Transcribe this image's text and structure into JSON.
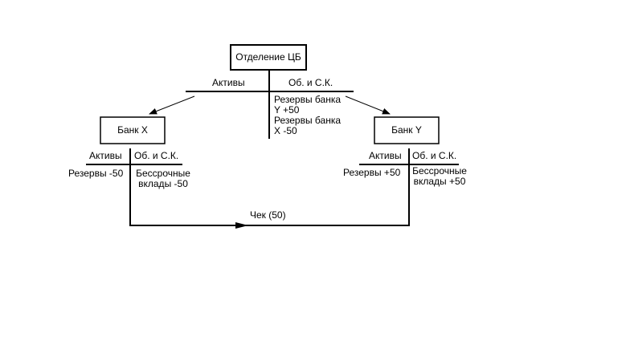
{
  "central_bank": {
    "title": "Отделение ЦБ",
    "assets_header": "Активы",
    "liabilities_header": "Об. и С.К.",
    "liabilities_entries": [
      "Резервы банка",
      "Y +50",
      "Резервы банка",
      "X -50"
    ]
  },
  "bank_x": {
    "title": "Банк X",
    "assets_header": "Активы",
    "liabilities_header": "Об. и С.К.",
    "assets_entry": "Резервы -50",
    "liabilities_entries": [
      "Бессрочные",
      "вклады -50"
    ]
  },
  "bank_y": {
    "title": "Банк Y",
    "assets_header": "Активы",
    "liabilities_header": "Об. и С.К.",
    "assets_entry": "Резервы +50",
    "liabilities_entries": [
      "Бессрочные",
      "вклады +50"
    ]
  },
  "transfer": {
    "label": "Чек (50)"
  }
}
